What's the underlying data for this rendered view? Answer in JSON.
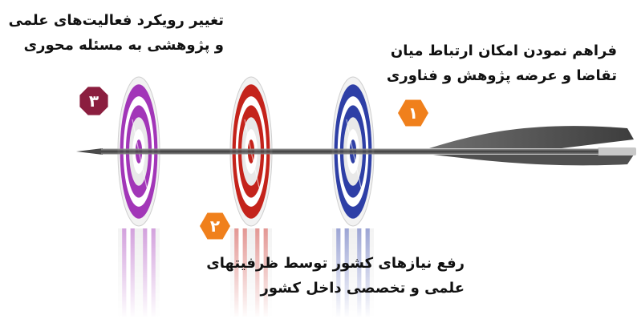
{
  "targets": [
    {
      "number": "١",
      "color": "#2e3fa6",
      "badge_color": "#f0801c",
      "caption_lines": [
        "فراهم نمودن امکان ارتباط میان",
        "تقاضا و عرضه پژوهش و فناوری"
      ]
    },
    {
      "number": "٢",
      "color": "#c4231b",
      "badge_color": "#f0801c",
      "caption_lines": [
        "رفع نیازهای کشور توسط ظرفیتهای",
        "علمی و تخصصی داخل کشور"
      ]
    },
    {
      "number": "٣",
      "color": "#a236b8",
      "badge_color": "#8b1e3f",
      "caption_lines": [
        "تغییر رویکرد فعالیت‌های علمی",
        "و پژوهشی به مسئله محوری"
      ]
    }
  ],
  "arrow_color": "#5a5a5a"
}
